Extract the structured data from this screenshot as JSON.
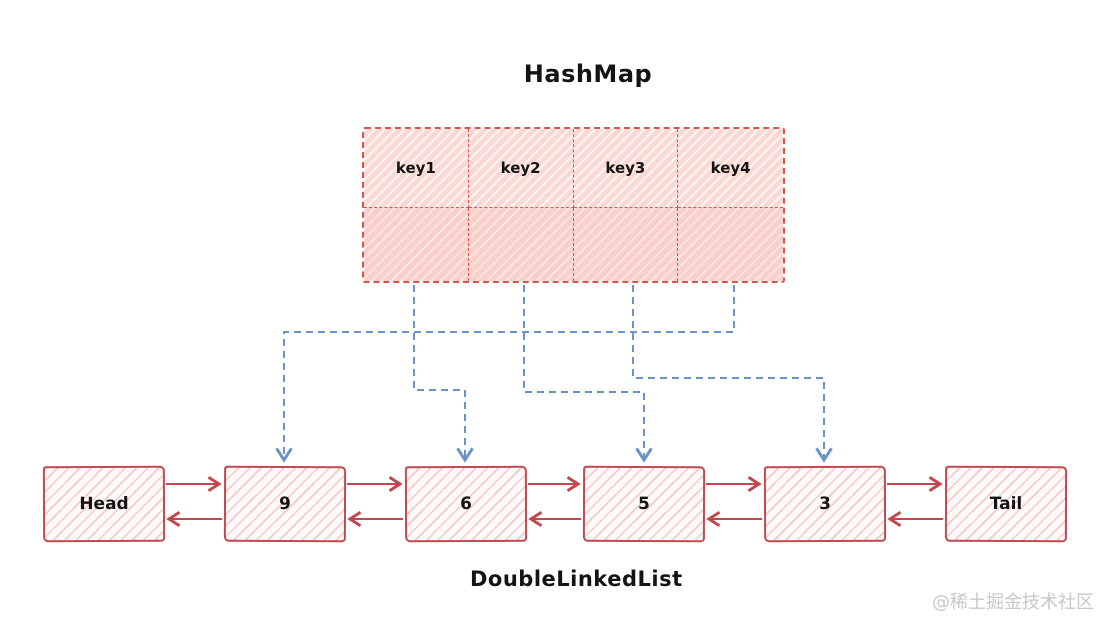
{
  "hashmap": {
    "title": "HashMap",
    "keys": [
      "key1",
      "key2",
      "key3",
      "key4"
    ],
    "rows": 2,
    "columns": 4
  },
  "linked_list": {
    "title": "DoubleLinkedList",
    "nodes": [
      "Head",
      "9",
      "6",
      "5",
      "3",
      "Tail"
    ],
    "link_type": "doubly-linked (next and prev arrows between every adjacent pair)"
  },
  "pointer_mappings": [
    {
      "from": "key1",
      "to": "6"
    },
    {
      "from": "key2",
      "to": "5"
    },
    {
      "from": "key3",
      "to": "3"
    },
    {
      "from": "key4",
      "to": "9"
    }
  ],
  "watermark": "@稀土掘金技术社区",
  "colors": {
    "hashmap_border": "#d8554e",
    "hashmap_fill": "#fad9d5",
    "node_border": "#c04a50",
    "node_fill": "#fdf3f1",
    "pointer_arrow_blue": "#6b93c6",
    "list_arrow_red": "#c2484f",
    "text": "#141414",
    "watermark_gray": "#c8c8c8",
    "background": "#ffffff"
  }
}
